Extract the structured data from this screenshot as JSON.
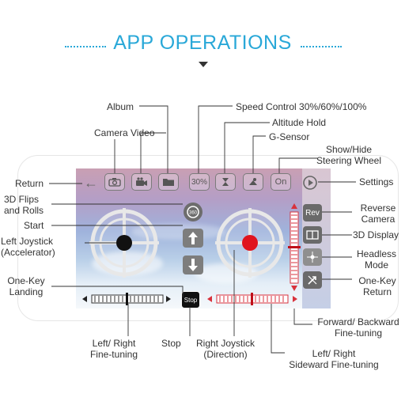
{
  "title": "APP OPERATIONS",
  "labels": {
    "album": "Album",
    "speed": "Speed Control 30%/60%/100%",
    "altitude": "Altitude Hold",
    "camera_video": "Camera  Video",
    "gsensor": "G-Sensor",
    "showhide": "Show/Hide\nSteering Wheel",
    "return": "Return",
    "settings": "Settings",
    "flips": "3D Flips\nand Rolls",
    "start": "Start",
    "left_joystick": "Left Joystick\n(Accelerator)",
    "onekey_landing": "One-Key\nLanding",
    "reverse_camera": "Reverse\nCamera",
    "display3d": "3D Display",
    "headless": "Headless\nMode",
    "onekey_return": "One-Key\nReturn",
    "fwd_back": "Forward/ Backward\nFine-tuning",
    "lr_fine": "Left/ Right\nFine-tuning",
    "stop": "Stop",
    "right_joystick": "Right Joystick\n(Direction)",
    "sideward": "Left/ Right\nSideward Fine-tuning"
  },
  "ui": {
    "speed_value": "30%",
    "wheel_toggle": "On",
    "rev": "Rev",
    "stop_btn": "Stop",
    "flip_btn": "360°"
  },
  "colors": {
    "accent": "#29a8d8",
    "left_joystick": "#111111",
    "right_joystick": "#e0141e",
    "fine_red": "#d8323c"
  },
  "icons": [
    "back-arrow-icon",
    "camera-icon",
    "video-icon",
    "folder-icon",
    "altitude-icon",
    "gsensor-icon",
    "settings-icon",
    "flip-icon",
    "up-arrow-icon",
    "down-arrow-icon",
    "display-3d-icon",
    "headless-icon",
    "return-home-icon"
  ]
}
